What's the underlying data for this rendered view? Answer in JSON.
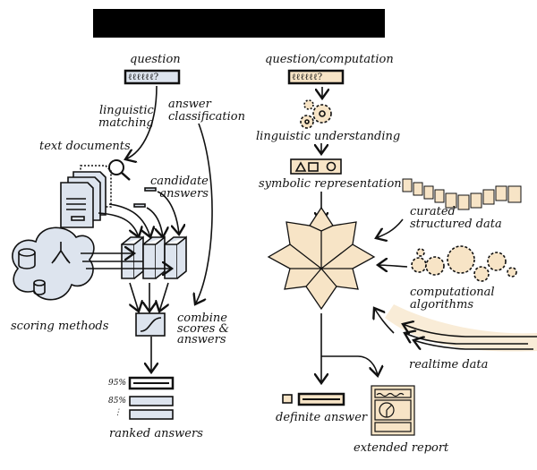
{
  "title_bar": {
    "redacted": true
  },
  "left_pipeline": {
    "question": "question",
    "question_glyph": "ℓℓℓℓℓℓ?",
    "linguistic_matching": "linguistic\nmatching",
    "answer_classification": "answer\nclassification",
    "text_documents": "text documents",
    "candidate_answers": "candidate\nanswers",
    "scoring_methods": "scoring methods",
    "combine": "combine\nscores &\nanswers",
    "ranked_answers": "ranked answers",
    "ranks": [
      "95%",
      "85%",
      "⋮"
    ]
  },
  "right_pipeline": {
    "question": "question/computation",
    "question_glyph": "ℓℓℓℓℓℓ?",
    "linguistic_understanding": "linguistic understanding",
    "symbolic_representation": "symbolic representation",
    "curated_data": "curated\nstructured data",
    "computational_algorithms": "computational\nalgorithms",
    "realtime_data": "realtime data",
    "definite_answer": "definite answer",
    "extended_report": "extended report"
  },
  "colors": {
    "left_fill": "#dde4ee",
    "right_fill": "#f7e4c6",
    "ink": "#111111"
  }
}
